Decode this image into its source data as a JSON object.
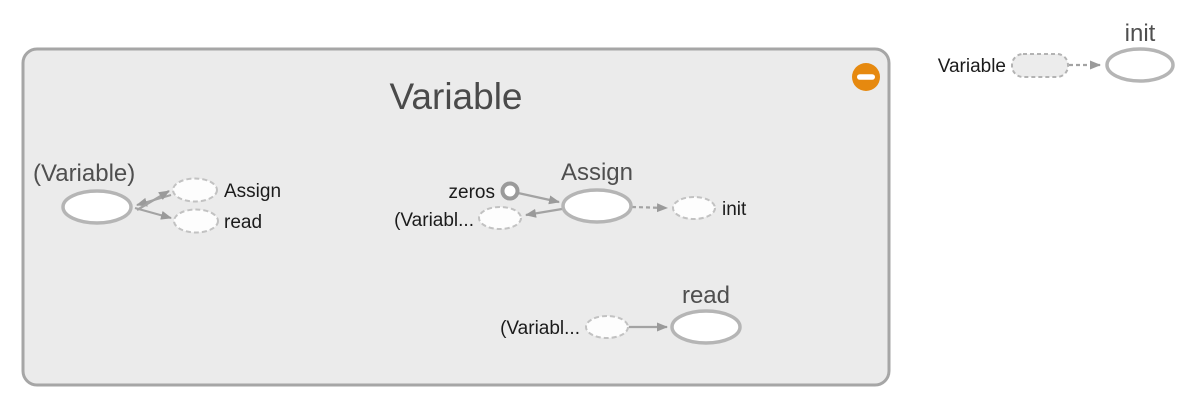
{
  "colors": {
    "group_fill": "#ebebeb",
    "group_border": "#a6a6a6",
    "node_fill": "#ffffff",
    "node_border": "#b5b5b5",
    "dashed_border": "#c2c2c2",
    "edge": "#a3a3a3",
    "title_text": "#4a4a4a",
    "label_text": "#1b1b1b",
    "collapse_button_orange": "#e6890f"
  },
  "main_group": {
    "title": "Variable",
    "collapse_icon": "minus-icon",
    "variable_node": {
      "title": "(Variable)",
      "outputs": [
        {
          "label": "Assign"
        },
        {
          "label": "read"
        }
      ]
    },
    "assign_node": {
      "title": "Assign",
      "inputs": [
        {
          "label": "zeros",
          "type": "constant"
        },
        {
          "label": "(Variabl...",
          "type": "reference"
        }
      ],
      "output": {
        "label": "init",
        "edge_style": "dashed"
      }
    },
    "read_node": {
      "title": "read",
      "input": {
        "label": "(Variabl...",
        "type": "reference"
      }
    }
  },
  "init_node": {
    "title": "init",
    "input": {
      "label": "Variable",
      "type": "group-reference",
      "edge_style": "dashed"
    }
  }
}
